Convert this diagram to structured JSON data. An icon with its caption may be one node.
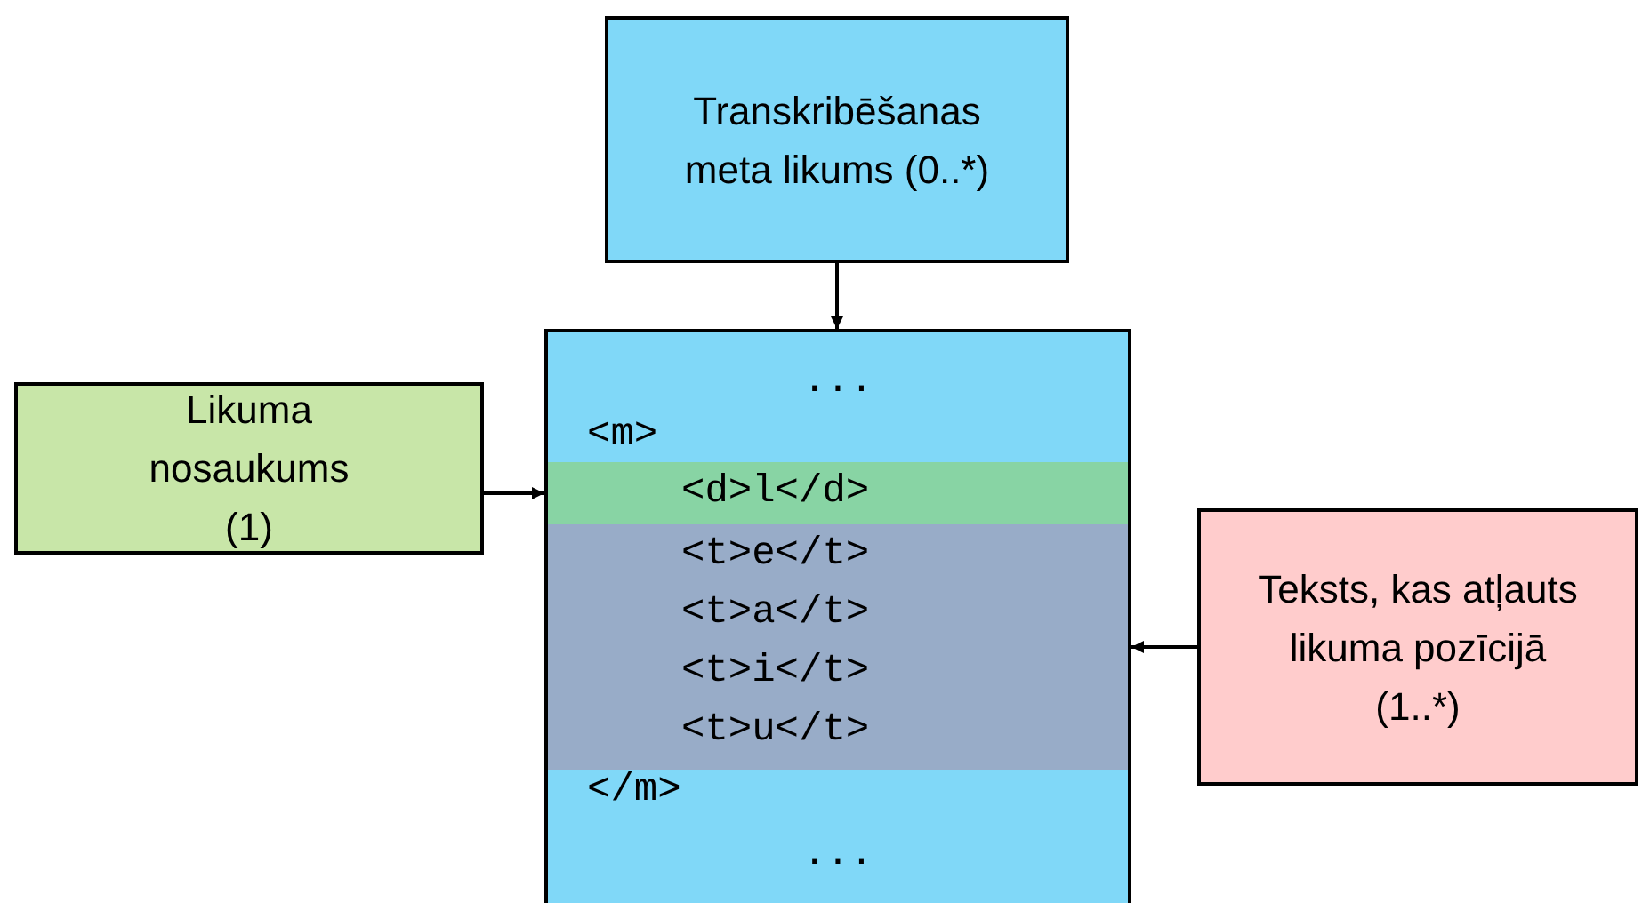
{
  "diagram": {
    "nodes": [
      {
        "text": [
          "Transkribēšanas meta likums (0..*)"
        ]
      },
      {
        "text": [
          "Likuma nosaukums (1)"
        ]
      },
      {
        "text": [
          "...",
          "<m>",
          "</m>",
          "..."
        ]
      },
      {
        "text": [
          "<d>l</d>"
        ],
        "in": 2
      },
      {
        "text": [
          "<t>e</t>",
          "<t>a</t>",
          "<t>i</t>",
          "<t>u</t>"
        ],
        "in": 2
      },
      {
        "text": [
          "Teksts, kas atļauts likuma pozīcijā (1..*)"
        ]
      }
    ],
    "edges": [
      {
        "from": 0,
        "to": 2,
        "arrow": "to"
      },
      {
        "from": 1,
        "to": 3,
        "arrow": "to"
      },
      {
        "from": 5,
        "to": 4,
        "arrow": "to"
      }
    ]
  }
}
